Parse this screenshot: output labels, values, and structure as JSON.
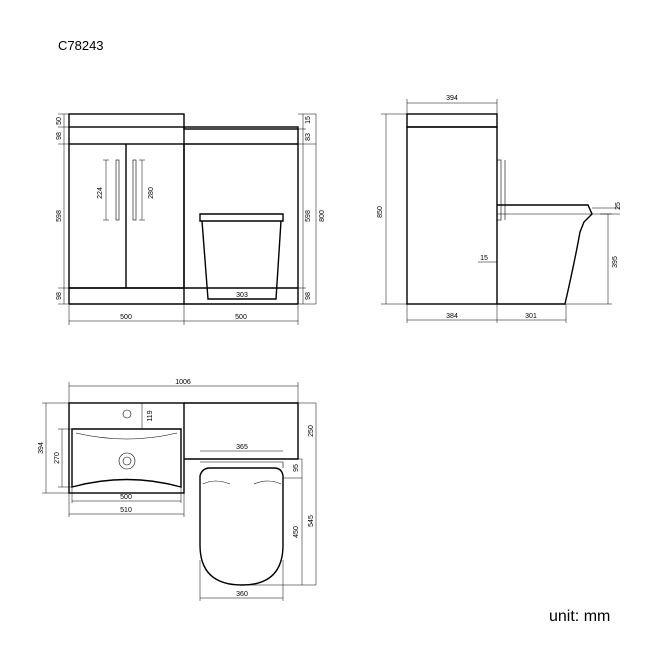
{
  "product_code": "C78243",
  "unit_label": "unit: mm",
  "front_view": {
    "heights_left": [
      "50",
      "98",
      "598",
      "98"
    ],
    "heights_right_mid": [
      "15",
      "83",
      "598",
      "98"
    ],
    "total_height": "800",
    "handle_224": "224",
    "handle_280": "280",
    "pan_base": "303",
    "width_left": "500",
    "width_right": "500"
  },
  "side_view": {
    "top_width": "394",
    "total_height": "850",
    "cistern_offset": "15",
    "pan_height": "395",
    "seat_angle": "25",
    "depth_unit": "384",
    "pan_projection": "301"
  },
  "plan_view": {
    "total_width": "1006",
    "tap_offset": "119",
    "depth": "394",
    "basin_depth": "270",
    "top_to_pan": "250",
    "pan_width": "365",
    "seat_depth": "95",
    "pan_length": "450",
    "total_depth": "545",
    "basin_width": "500",
    "unit_width": "510",
    "pan_base_width": "360"
  }
}
